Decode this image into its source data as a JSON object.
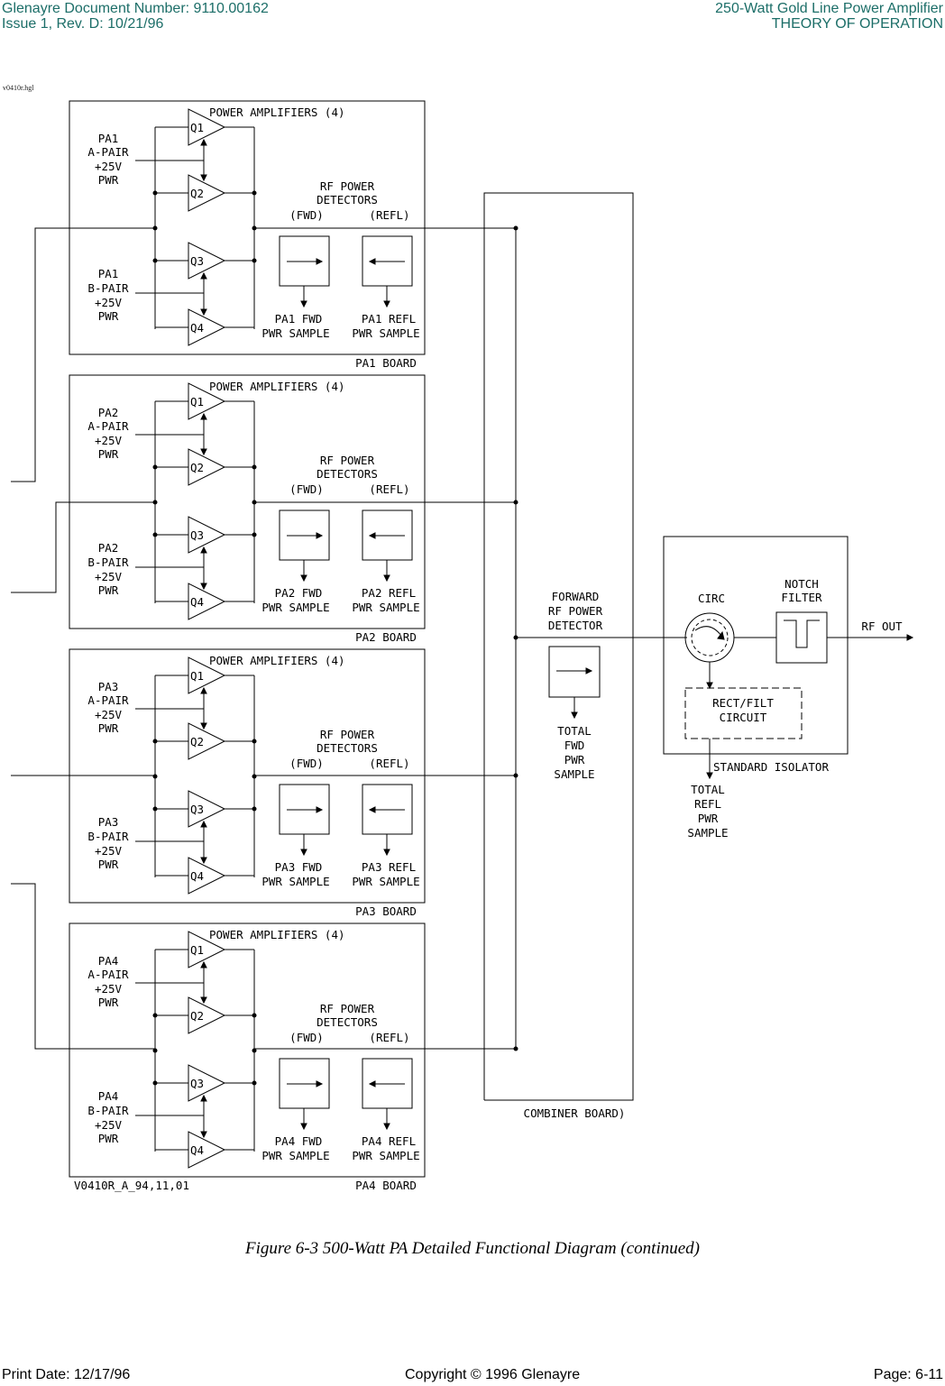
{
  "header": {
    "doc_number": "Glenayre Document Number: 9110.00162",
    "issue": "Issue 1, Rev. D: 10/21/96",
    "title": "250-Watt Gold Line Power Amplifier",
    "section": "THEORY OF OPERATION"
  },
  "figure_file_id": "v0410r.hgl",
  "diagram": {
    "boards": [
      {
        "pa": "PA1",
        "board_label": "PA1 BOARD"
      },
      {
        "pa": "PA2",
        "board_label": "PA2 BOARD"
      },
      {
        "pa": "PA3",
        "board_label": "PA3 BOARD"
      },
      {
        "pa": "PA4",
        "board_label": "PA4 BOARD"
      }
    ],
    "power_amplifiers_label": "POWER AMPLIFIERS (4)",
    "amp_labels": [
      "Q1",
      "Q2",
      "Q3",
      "Q4"
    ],
    "a_pair": "A-PAIR",
    "b_pair": "B-PAIR",
    "voltage": "+25V",
    "pwr": "PWR",
    "rf_power": "RF POWER",
    "detectors": "DETECTORS",
    "fwd": "(FWD)",
    "refl": "(REFL)",
    "fwd_sample_suffix": "FWD",
    "refl_sample_suffix": "REFL",
    "pwr_sample": "PWR SAMPLE",
    "drawing_number": "V0410R_A_94,11,01",
    "combiner": {
      "label": "COMBINER BOARD)",
      "detector_lines": [
        "FORWARD",
        "RF POWER",
        "DETECTOR"
      ],
      "sample_lines": [
        "TOTAL",
        "FWD",
        "PWR",
        "SAMPLE"
      ]
    },
    "isolator": {
      "label": "STANDARD ISOLATOR",
      "circ": "CIRC",
      "notch_lines": [
        "NOTCH",
        "FILTER"
      ],
      "rect_lines": [
        "RECT/FILT",
        "CIRCUIT"
      ],
      "rf_out": "RF OUT",
      "refl_lines": [
        "TOTAL",
        "REFL",
        "PWR",
        "SAMPLE"
      ]
    }
  },
  "caption": "Figure 6-3  500-Watt PA Detailed Functional Diagram (continued)",
  "footer": {
    "print_date": "Print Date: 12/17/96",
    "copyright": "Copyright © 1996 Glenayre",
    "page": "Page: 6-11"
  }
}
